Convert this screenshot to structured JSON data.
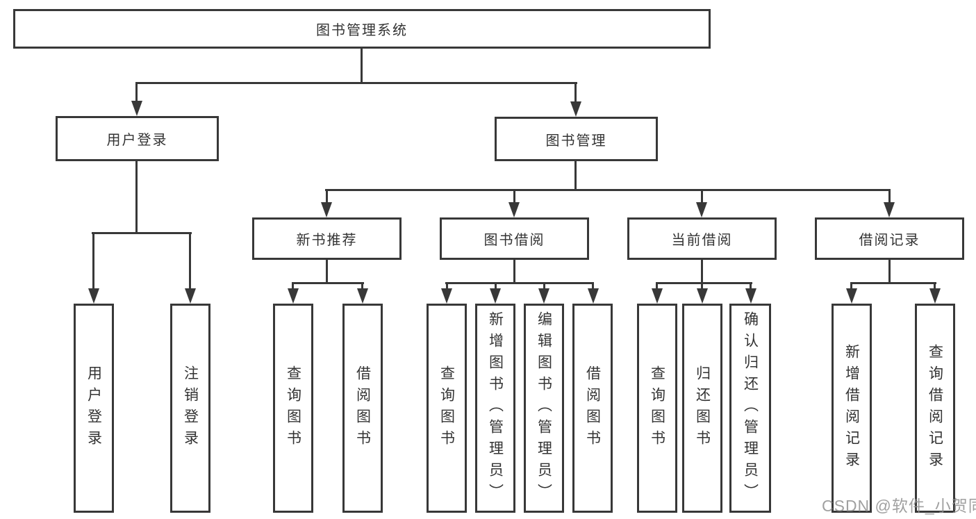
{
  "colors": {
    "line": "#383838",
    "box_bg": "#ffffff",
    "text": "#333333",
    "watermark": "#909090"
  },
  "watermark": {
    "text": "CSDN @软件_小贺同学"
  },
  "diagram": {
    "type": "hierarchy-tree",
    "root": {
      "label": "图书管理系统"
    },
    "branches": [
      {
        "label": "用户登录",
        "children": [
          {
            "label": "用户登录"
          },
          {
            "label": "注销登录"
          }
        ]
      },
      {
        "label": "图书管理",
        "children": [
          {
            "label": "新书推荐",
            "children": [
              {
                "label": "查询图书"
              },
              {
                "label": "借阅图书"
              }
            ]
          },
          {
            "label": "图书借阅",
            "children": [
              {
                "label": "查询图书"
              },
              {
                "label": "新增图书（管理员）"
              },
              {
                "label": "编辑图书（管理员）"
              },
              {
                "label": "借阅图书"
              }
            ]
          },
          {
            "label": "当前借阅",
            "children": [
              {
                "label": "查询图书"
              },
              {
                "label": "归还图书"
              },
              {
                "label": "确认归还（管理员）"
              }
            ]
          },
          {
            "label": "借阅记录",
            "children": [
              {
                "label": "新增借阅记录"
              },
              {
                "label": "查询借阅记录"
              }
            ]
          }
        ]
      }
    ]
  }
}
